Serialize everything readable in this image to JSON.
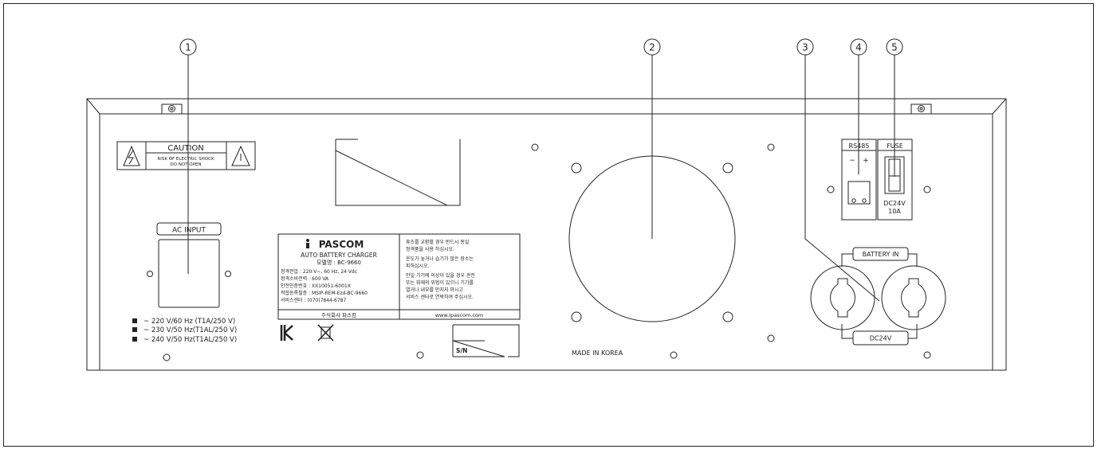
{
  "callouts": {
    "n1": "1",
    "n2": "2",
    "n3": "3",
    "n4": "4",
    "n5": "5"
  },
  "caution": {
    "title": "CAUTION",
    "line1": "RISK OF ELECTRIC SHOCK",
    "line2": "DO NOT OPEN"
  },
  "ac_input": {
    "label": "AC INPUT"
  },
  "voltages": [
    "~ 220 V/60 Hz (T1A/250 V)",
    "~ 230 V/50 Hz(T1AL/250 V)",
    "~ 240 V/50 Hz(T1AL/250 V)"
  ],
  "nameplate": {
    "brand": "PASCOM",
    "product": "AUTO BATTERY CHARGER",
    "model": "모델명 : BC-9660",
    "spec_lines": [
      "정격전압 : 220 V~, 60 Hz, 24 Vdc",
      "정격소비전력 : 600 VA",
      "안전인증번호 : XX10051-6001X",
      "적합등록필증 : MSIP-REM-Ezd-BC-9660",
      "서비스센터 : (070)7844-6787"
    ],
    "company": "주식회사 파스컴"
  },
  "warning_plate": {
    "lines": [
      "휴즈를 교환할 경우 반드시 동일",
      "정격품을 사용 하십시오.",
      "온도가 높거나 습기가 많은 장소는",
      "피하십시오.",
      "만일 기기에 이상이 있을 경우 관전",
      "또는 화재의 위험이 있으니 기기를",
      "열거나 내부를 만지지 마시고",
      "서비스 센터로 연락하여 주십시오."
    ],
    "url": "www.ipascom.com"
  },
  "serial_label": "S/N",
  "made_in": "MADE IN KOREA",
  "rs485": {
    "label": "RS485",
    "minus": "−",
    "plus": "+"
  },
  "fuse": {
    "label": "FUSE",
    "rating1": "DC24V",
    "rating2": "10A"
  },
  "battery": {
    "top_label": "BATTERY IN",
    "bottom_label": "DC24V"
  },
  "colors": {
    "line": "#222222",
    "background": "#ffffff"
  }
}
